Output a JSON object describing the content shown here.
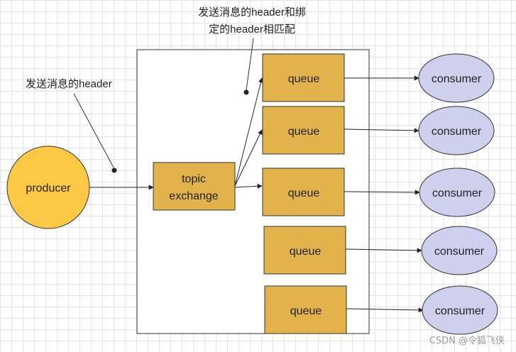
{
  "annotations": {
    "top_line1": "发送消息的header和绑",
    "top_line2": "定的header相匹配",
    "left": "发送消息的header"
  },
  "producer": {
    "label": "producer"
  },
  "exchange": {
    "line1": "topic",
    "line2": "exchange"
  },
  "queues": [
    {
      "label": "queue"
    },
    {
      "label": "queue"
    },
    {
      "label": "queue"
    },
    {
      "label": "queue"
    },
    {
      "label": "queue"
    }
  ],
  "consumers": [
    {
      "label": "consumer"
    },
    {
      "label": "consumer"
    },
    {
      "label": "consumer"
    },
    {
      "label": "consumer"
    },
    {
      "label": "consumer"
    }
  ],
  "watermark": "CSDN @令狐飞侠",
  "colors": {
    "producer_fill": "#fdc945",
    "box_fill": "#e2b34b",
    "consumer_fill": "#cfd0ee",
    "stroke": "#333333"
  }
}
